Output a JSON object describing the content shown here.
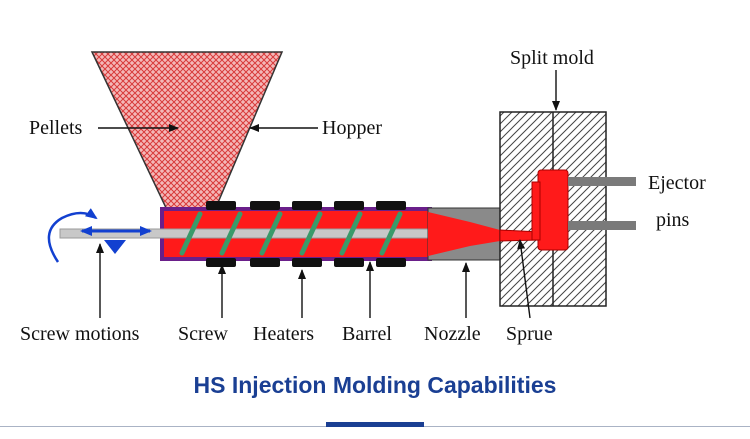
{
  "labels": {
    "pellets": "Pellets",
    "hopper": "Hopper",
    "split_mold": "Split mold",
    "ejector": "Ejector",
    "pins": "pins",
    "screw_motions": "Screw motions",
    "screw": "Screw",
    "heaters": "Heaters",
    "barrel": "Barrel",
    "nozzle": "Nozzle",
    "sprue": "Sprue"
  },
  "caption": "HS Injection Molding Capabilities",
  "colors": {
    "molten_plastic": "#ff1a1a",
    "hopper_pellets": "#e85050",
    "barrel_outline": "#6a1f8a",
    "screw_flights": "#3a9a6a",
    "motion_arrows": "#1240d0",
    "heaters": "#111111",
    "caption": "#1a3f93"
  }
}
